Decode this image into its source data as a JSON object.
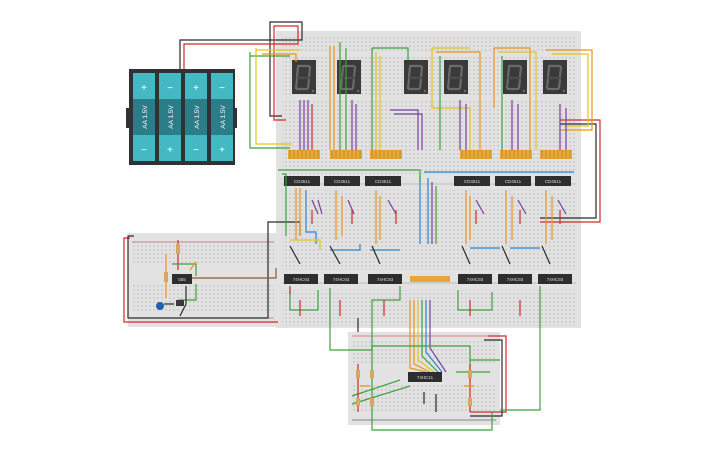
{
  "battery": {
    "cells": [
      "AA 1.5V",
      "AA 1.5V",
      "AA 1.5V",
      "AA 1.5V"
    ],
    "plus": "+",
    "minus": "−"
  },
  "timer_chip": {
    "label": "555"
  },
  "counter_chips": [
    "CD4511",
    "CD4511",
    "CD4511",
    "CD4511",
    "CD4511",
    "CD4511"
  ],
  "second_row_chips": [
    "74HC93",
    "74HC93",
    "74HC93",
    "",
    "74HC93",
    "74HC93",
    "74HC93"
  ],
  "lower_chip": {
    "label": "74HC11"
  },
  "displays": [
    "0",
    "0",
    "0",
    "0",
    "0",
    "0"
  ],
  "colors": {
    "board": "#e2e2e2",
    "battery_pack": "#2f3336",
    "battery_cell": "#2b7d87",
    "battery_cap": "#45b9c3",
    "display_body": "#3a3a3a",
    "chip_body": "#2e2e2e",
    "wire_red": "#d12a2a",
    "wire_black": "#2a2a2a",
    "wire_orange": "#e8941a",
    "wire_yellow": "#e3c61b",
    "wire_green": "#3f9f3f",
    "wire_purple": "#7a3fa0",
    "wire_blue": "#2a86d1",
    "wire_brown": "#8a5a35",
    "led_blue": "#1f5fb0"
  }
}
